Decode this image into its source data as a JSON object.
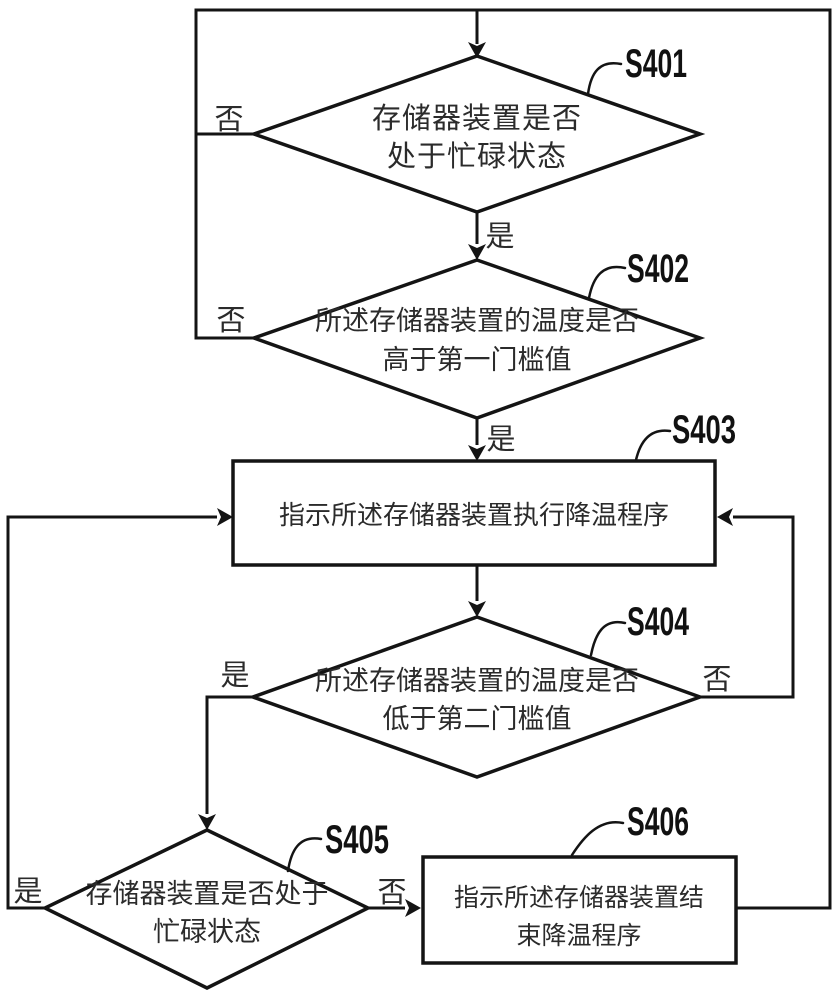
{
  "figure": {
    "type": "flowchart",
    "background_color": "#ffffff",
    "line_color": "#141414",
    "nodes": [
      {
        "id": "S401",
        "shape": "diamond",
        "text_line1": "存储器装置是否",
        "text_line2": "处于忙碌状态"
      },
      {
        "id": "S402",
        "shape": "diamond",
        "text_line1": "所述存储器装置的温度是否",
        "text_line2": "高于第一门槛值"
      },
      {
        "id": "S403",
        "shape": "process",
        "text_line1": "指示所述存储器装置执行降温程序"
      },
      {
        "id": "S404",
        "shape": "diamond",
        "text_line1": "所述存储器装置的温度是否",
        "text_line2": "低于第二门槛值"
      },
      {
        "id": "S405",
        "shape": "diamond",
        "text_line1": "存储器装置是否处于",
        "text_line2": "忙碌状态"
      },
      {
        "id": "S406",
        "shape": "process",
        "text_line1": "指示所述存储器装置结",
        "text_line2": "束降温程序"
      }
    ],
    "branch_labels": [
      {
        "edge": "S401-no",
        "label": "否"
      },
      {
        "edge": "S401-yes",
        "label": "是"
      },
      {
        "edge": "S402-no",
        "label": "否"
      },
      {
        "edge": "S402-yes",
        "label": "是"
      },
      {
        "edge": "S404-yes",
        "label": "是"
      },
      {
        "edge": "S404-no",
        "label": "否"
      },
      {
        "edge": "S405-yes",
        "label": "是"
      },
      {
        "edge": "S405-no",
        "label": "否"
      }
    ]
  }
}
